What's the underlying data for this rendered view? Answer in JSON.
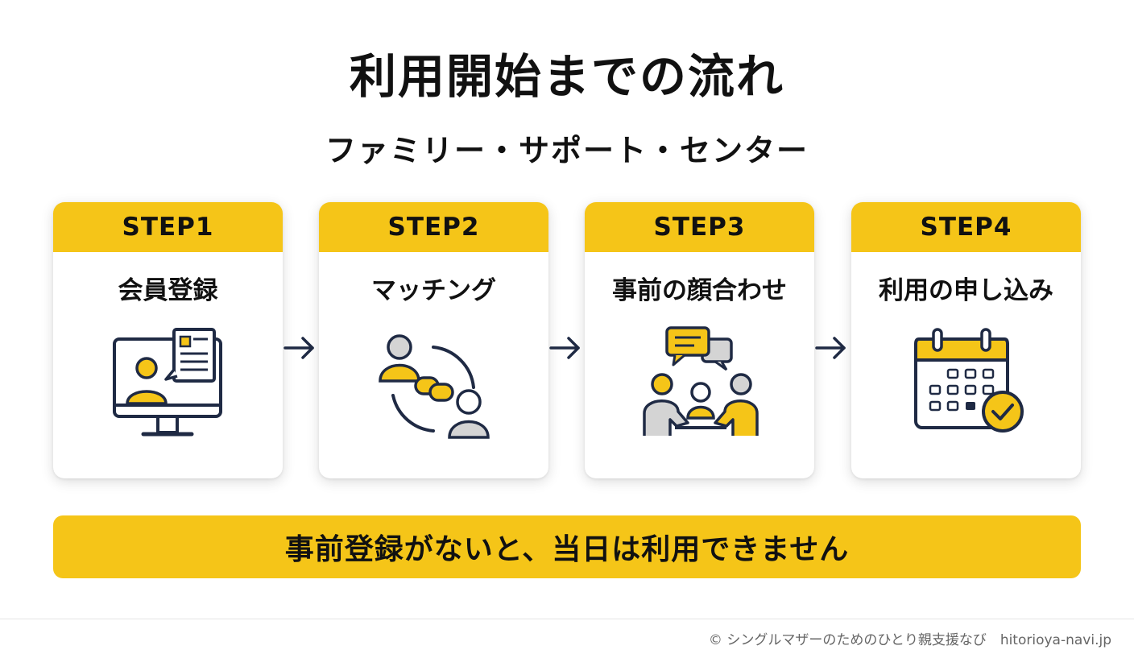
{
  "title": "利用開始までの流れ",
  "subtitle": "ファミリー・サポート・センター",
  "steps": [
    {
      "step": "STEP1",
      "label": "会員登録",
      "icon": "video-registration-icon"
    },
    {
      "step": "STEP2",
      "label": "マッチング",
      "icon": "matching-link-icon"
    },
    {
      "step": "STEP3",
      "label": "事前の顔合わせ",
      "icon": "meeting-chat-icon"
    },
    {
      "step": "STEP4",
      "label": "利用の申し込み",
      "icon": "calendar-check-icon"
    }
  ],
  "banner": "事前登録がないと、当日は利用できません",
  "footer": "© シングルマザーのためのひとり親支援なび　hitorioya-navi.jp",
  "colors": {
    "accent": "#f5c518",
    "ink": "#1f2a44",
    "neutral": "#cfcfcf"
  }
}
